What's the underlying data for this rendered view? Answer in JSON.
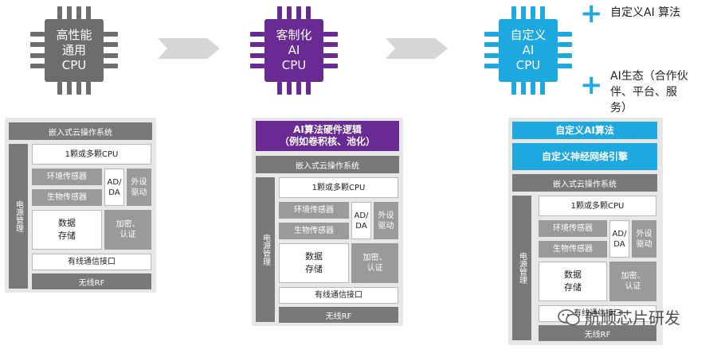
{
  "chips": [
    {
      "label": "高性能\n通用\nCPU",
      "color": "#6d6d6d"
    },
    {
      "label": "客制化\nAI\nCPU",
      "color": "#6a2a93"
    },
    {
      "label": "自定义\nAI\nCPU",
      "color": "#1ea8e0"
    }
  ],
  "notes": {
    "first": "自定义AI 算法",
    "second": "AI生态（合作伙\n伴、平台、服\n务）"
  },
  "board": {
    "os": "嵌入式云操作系统",
    "power": "电源管理",
    "cpu": "1颗或多颗CPU",
    "env_sensor": "环境传感器",
    "bio_sensor": "生物传感器",
    "adda": "AD/\nDA",
    "driver": "外设\n驱动",
    "storage": "数据\n存储",
    "crypto": "加密、\n认证",
    "wired": "有线通信接口",
    "rf": "无线RF"
  },
  "purple_header": "AI算法硬件逻辑\n（例如卷积核、池化）",
  "blue_headers": {
    "algo": "自定义AI算法",
    "engine": "自定义神经网络引擎"
  },
  "watermark": "航顺芯片研发",
  "colors": {
    "gray": "#6d6d6d",
    "purple": "#6a2a93",
    "blue": "#1ea8e0",
    "arrow": "#d6d6d6"
  }
}
